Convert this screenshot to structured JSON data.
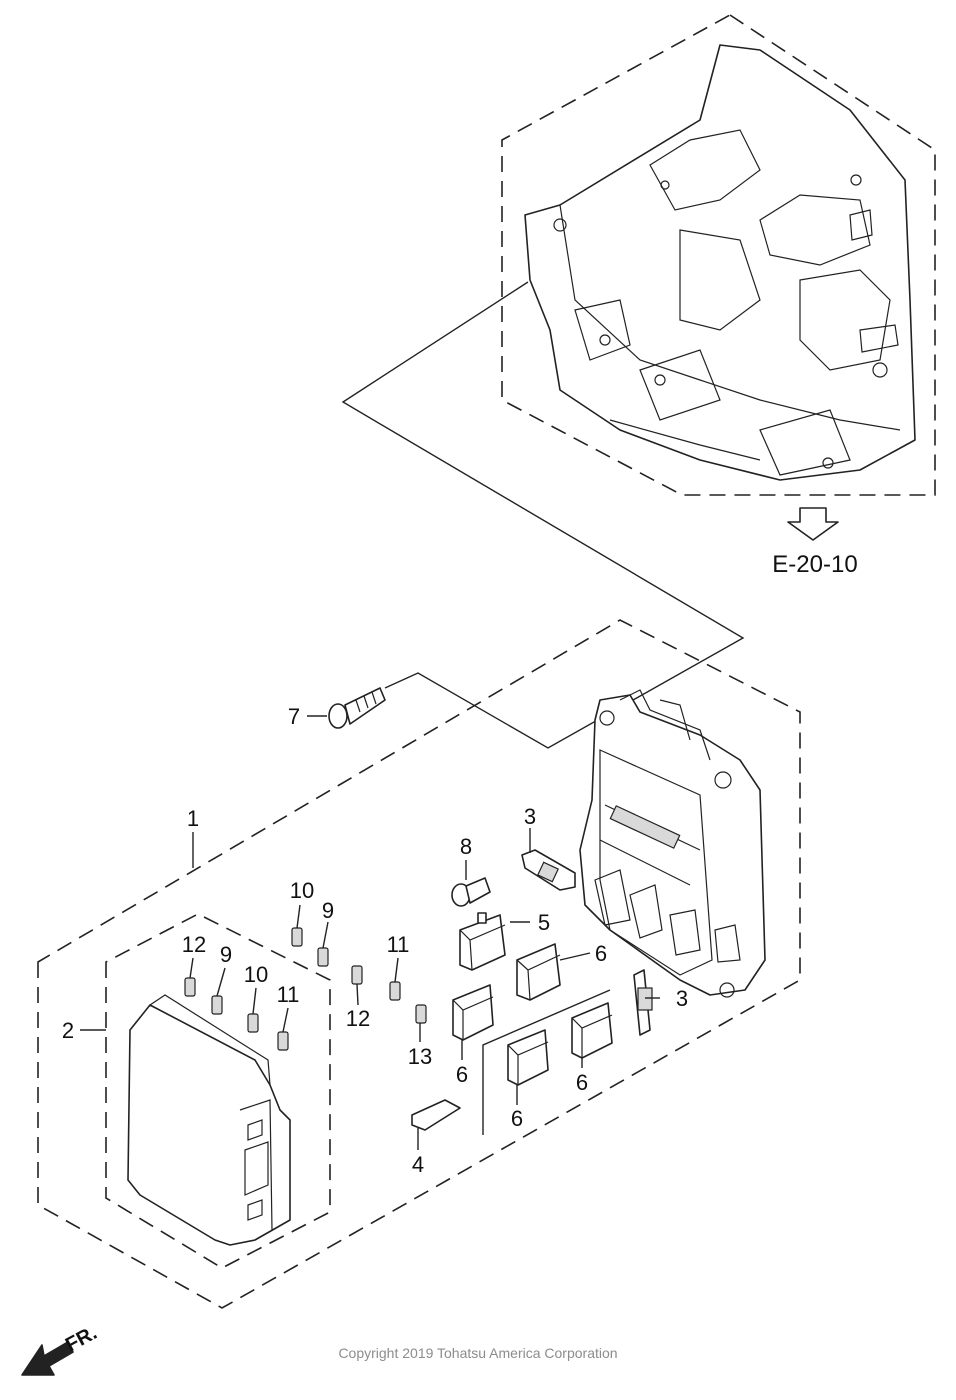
{
  "reference": {
    "label": "E-20-10"
  },
  "front_indicator": {
    "label": "FR."
  },
  "copyright": "Copyright 2019 Tohatsu America Corporation",
  "callouts": [
    {
      "id": "c1",
      "text": "1"
    },
    {
      "id": "c2",
      "text": "2"
    },
    {
      "id": "c3a",
      "text": "3"
    },
    {
      "id": "c3b",
      "text": "3"
    },
    {
      "id": "c4",
      "text": "4"
    },
    {
      "id": "c5",
      "text": "5"
    },
    {
      "id": "c6a",
      "text": "6"
    },
    {
      "id": "c6b",
      "text": "6"
    },
    {
      "id": "c6c",
      "text": "6"
    },
    {
      "id": "c6d",
      "text": "6"
    },
    {
      "id": "c7",
      "text": "7"
    },
    {
      "id": "c8",
      "text": "8"
    },
    {
      "id": "c9a",
      "text": "9"
    },
    {
      "id": "c9b",
      "text": "9"
    },
    {
      "id": "c10a",
      "text": "10"
    },
    {
      "id": "c10b",
      "text": "10"
    },
    {
      "id": "c11a",
      "text": "11"
    },
    {
      "id": "c11b",
      "text": "11"
    },
    {
      "id": "c12a",
      "text": "12"
    },
    {
      "id": "c12b",
      "text": "12"
    },
    {
      "id": "c13",
      "text": "13"
    }
  ]
}
